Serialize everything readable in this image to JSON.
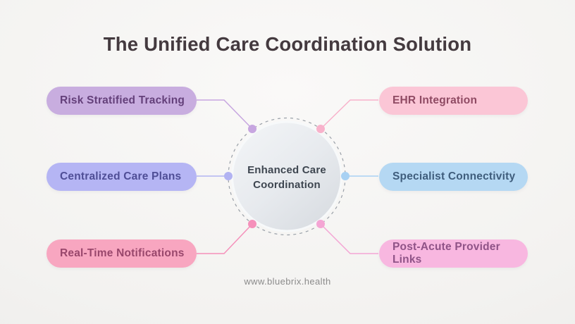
{
  "title": "The Unified Care Coordination Solution",
  "center": {
    "label": "Enhanced Care Coordination"
  },
  "footer": {
    "url": "www.bluebrix.health"
  },
  "colors": {
    "background_light": "#f9f8f7",
    "background_dark": "#e7e6e4",
    "title_text": "#443a3f",
    "center_text": "#3e4650",
    "center_circle_light": "#f1f3f6",
    "center_circle_dark": "#d8dce1",
    "dashed_ring": "#9aa0a8",
    "footer_text": "#8b8b8b"
  },
  "nodes": [
    {
      "id": "risk-stratified-tracking",
      "label": "Risk Stratified Tracking",
      "side": "left",
      "pill_bg": "#c8addf",
      "label_color": "#64407a",
      "connector_color": "#c7a6e0"
    },
    {
      "id": "centralized-care-plans",
      "label": "Centralized Care Plans",
      "side": "left",
      "pill_bg": "#b5b5f4",
      "label_color": "#4f4e96",
      "connector_color": "#b2b3f2"
    },
    {
      "id": "real-time-notifications",
      "label": "Real-Time Notifications",
      "side": "left",
      "pill_bg": "#f8a6c0",
      "label_color": "#99476c",
      "connector_color": "#f590ba"
    },
    {
      "id": "ehr-integration",
      "label": "EHR Integration",
      "side": "right",
      "pill_bg": "#fbc6d6",
      "label_color": "#8f4a63",
      "connector_color": "#f8b2cb"
    },
    {
      "id": "specialist-connectivity",
      "label": "Specialist Connectivity",
      "side": "right",
      "pill_bg": "#b5d8f3",
      "label_color": "#3f5d7c",
      "connector_color": "#a8d1f3"
    },
    {
      "id": "post-acute-provider-links",
      "label": "Post-Acute Provider Links",
      "side": "right",
      "pill_bg": "#f8b7e0",
      "label_color": "#8f5387",
      "connector_color": "#f4a5d4"
    }
  ]
}
